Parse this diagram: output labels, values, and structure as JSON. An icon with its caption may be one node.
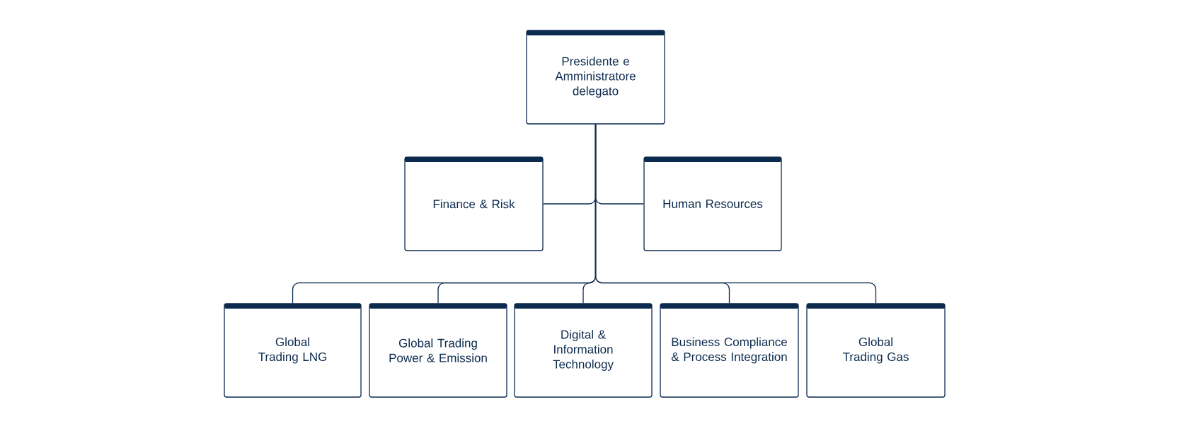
{
  "diagram": {
    "nodes": [
      {
        "text": [
          "Presidente e Amministratore delegato"
        ]
      },
      {
        "text": [
          "Finance & Risk"
        ]
      },
      {
        "text": [
          "Human Resources"
        ]
      },
      {
        "text": [
          "Global Trading LNG"
        ]
      },
      {
        "text": [
          "Global Trading Power & Emission"
        ]
      },
      {
        "text": [
          "Digital & Information Technology"
        ]
      },
      {
        "text": [
          "Business Compliance & Process Integration"
        ]
      },
      {
        "text": [
          "Global Trading Gas"
        ]
      }
    ],
    "edges": [
      {
        "from": 0,
        "to": 1,
        "arrow": "none"
      },
      {
        "from": 0,
        "to": 2,
        "arrow": "none"
      },
      {
        "from": 0,
        "to": 3,
        "arrow": "none"
      },
      {
        "from": 0,
        "to": 4,
        "arrow": "none"
      },
      {
        "from": 0,
        "to": 5,
        "arrow": "none"
      },
      {
        "from": 0,
        "to": 6,
        "arrow": "none"
      },
      {
        "from": 0,
        "to": 7,
        "arrow": "none"
      }
    ]
  }
}
